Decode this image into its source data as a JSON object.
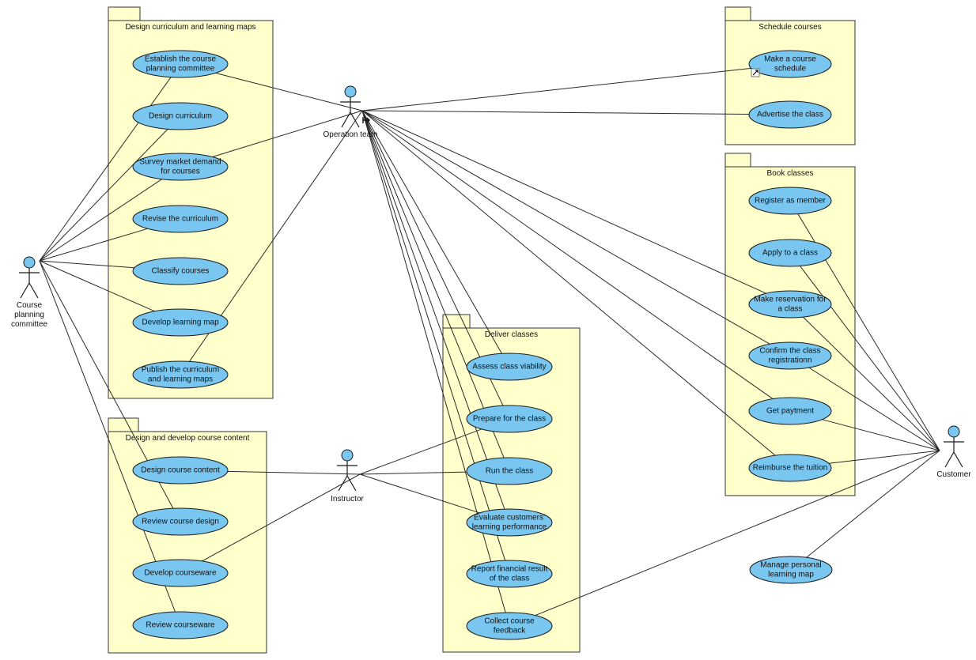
{
  "packages": [
    {
      "id": "curriculum",
      "title": "Design curriculum and learning maps"
    },
    {
      "id": "content",
      "title": "Design and develop course content"
    },
    {
      "id": "deliver",
      "title": "Deliver classes"
    },
    {
      "id": "schedule",
      "title": "Schedule courses"
    },
    {
      "id": "book",
      "title": "Book classes"
    }
  ],
  "use_cases": [
    {
      "id": "uc-establish",
      "lines": [
        "Establish the course",
        "planning committee"
      ]
    },
    {
      "id": "uc-design-curriculum",
      "lines": [
        "Design curriculum"
      ]
    },
    {
      "id": "uc-survey",
      "lines": [
        "Survey market demand",
        "for courses"
      ]
    },
    {
      "id": "uc-revise",
      "lines": [
        "Revise the curriculum"
      ]
    },
    {
      "id": "uc-classify",
      "lines": [
        "Classify courses"
      ]
    },
    {
      "id": "uc-develop-map",
      "lines": [
        "Develop learning map"
      ]
    },
    {
      "id": "uc-publish",
      "lines": [
        "Publish the curriculum",
        "and learning maps"
      ]
    },
    {
      "id": "uc-design-content",
      "lines": [
        "Design course content"
      ]
    },
    {
      "id": "uc-review-design",
      "lines": [
        "Review course design"
      ]
    },
    {
      "id": "uc-develop-courseware",
      "lines": [
        "Develop courseware"
      ]
    },
    {
      "id": "uc-review-courseware",
      "lines": [
        "Review courseware"
      ]
    },
    {
      "id": "uc-assess",
      "lines": [
        "Assess class viability"
      ]
    },
    {
      "id": "uc-prepare",
      "lines": [
        "Prepare for the class"
      ]
    },
    {
      "id": "uc-run",
      "lines": [
        "Run the class"
      ]
    },
    {
      "id": "uc-evaluate",
      "lines": [
        "Evaluate customers'",
        "learning performance"
      ]
    },
    {
      "id": "uc-report",
      "lines": [
        "Report financial result",
        "of the class"
      ]
    },
    {
      "id": "uc-collect",
      "lines": [
        "Collect course",
        "feedback"
      ]
    },
    {
      "id": "uc-make-schedule",
      "lines": [
        "Make a course",
        "schedule"
      ]
    },
    {
      "id": "uc-advertise",
      "lines": [
        "Advertise the class"
      ]
    },
    {
      "id": "uc-register",
      "lines": [
        "Register as member"
      ]
    },
    {
      "id": "uc-apply",
      "lines": [
        "Apply to a class"
      ]
    },
    {
      "id": "uc-reserve",
      "lines": [
        "Make reservation for",
        "a class"
      ]
    },
    {
      "id": "uc-confirm",
      "lines": [
        "Confirm the class",
        "registrationn"
      ]
    },
    {
      "id": "uc-payment",
      "lines": [
        "Get paytment"
      ]
    },
    {
      "id": "uc-reimburse",
      "lines": [
        "Reimburse the tuition"
      ]
    },
    {
      "id": "uc-manage-map",
      "lines": [
        "Manage personal",
        "learning map"
      ]
    }
  ],
  "actors": [
    {
      "id": "committee",
      "lines": [
        "Course",
        "planning",
        "committee"
      ]
    },
    {
      "id": "operation",
      "lines": [
        "Operation team"
      ]
    },
    {
      "id": "instructor",
      "lines": [
        "Instructor"
      ]
    },
    {
      "id": "customer",
      "lines": [
        "Customer"
      ]
    }
  ],
  "associations": [
    [
      "committee",
      "uc-establish"
    ],
    [
      "committee",
      "uc-design-curriculum"
    ],
    [
      "committee",
      "uc-survey"
    ],
    [
      "committee",
      "uc-revise"
    ],
    [
      "committee",
      "uc-classify"
    ],
    [
      "committee",
      "uc-develop-map"
    ],
    [
      "committee",
      "uc-review-design"
    ],
    [
      "committee",
      "uc-review-courseware"
    ],
    [
      "operation",
      "uc-establish"
    ],
    [
      "operation",
      "uc-survey"
    ],
    [
      "operation",
      "uc-publish"
    ],
    [
      "operation",
      "uc-make-schedule"
    ],
    [
      "operation",
      "uc-advertise"
    ],
    [
      "operation",
      "uc-assess"
    ],
    [
      "operation",
      "uc-prepare"
    ],
    [
      "operation",
      "uc-run"
    ],
    [
      "operation",
      "uc-evaluate"
    ],
    [
      "operation",
      "uc-report"
    ],
    [
      "operation",
      "uc-collect"
    ],
    [
      "operation",
      "uc-reserve"
    ],
    [
      "operation",
      "uc-confirm"
    ],
    [
      "operation",
      "uc-payment"
    ],
    [
      "operation",
      "uc-reimburse"
    ],
    [
      "instructor",
      "uc-design-content"
    ],
    [
      "instructor",
      "uc-develop-courseware"
    ],
    [
      "instructor",
      "uc-prepare"
    ],
    [
      "instructor",
      "uc-run"
    ],
    [
      "instructor",
      "uc-evaluate"
    ],
    [
      "customer",
      "uc-register"
    ],
    [
      "customer",
      "uc-apply"
    ],
    [
      "customer",
      "uc-reserve"
    ],
    [
      "customer",
      "uc-confirm"
    ],
    [
      "customer",
      "uc-payment"
    ],
    [
      "customer",
      "uc-reimburse"
    ],
    [
      "customer",
      "uc-manage-map"
    ],
    [
      "customer",
      "uc-collect"
    ]
  ]
}
